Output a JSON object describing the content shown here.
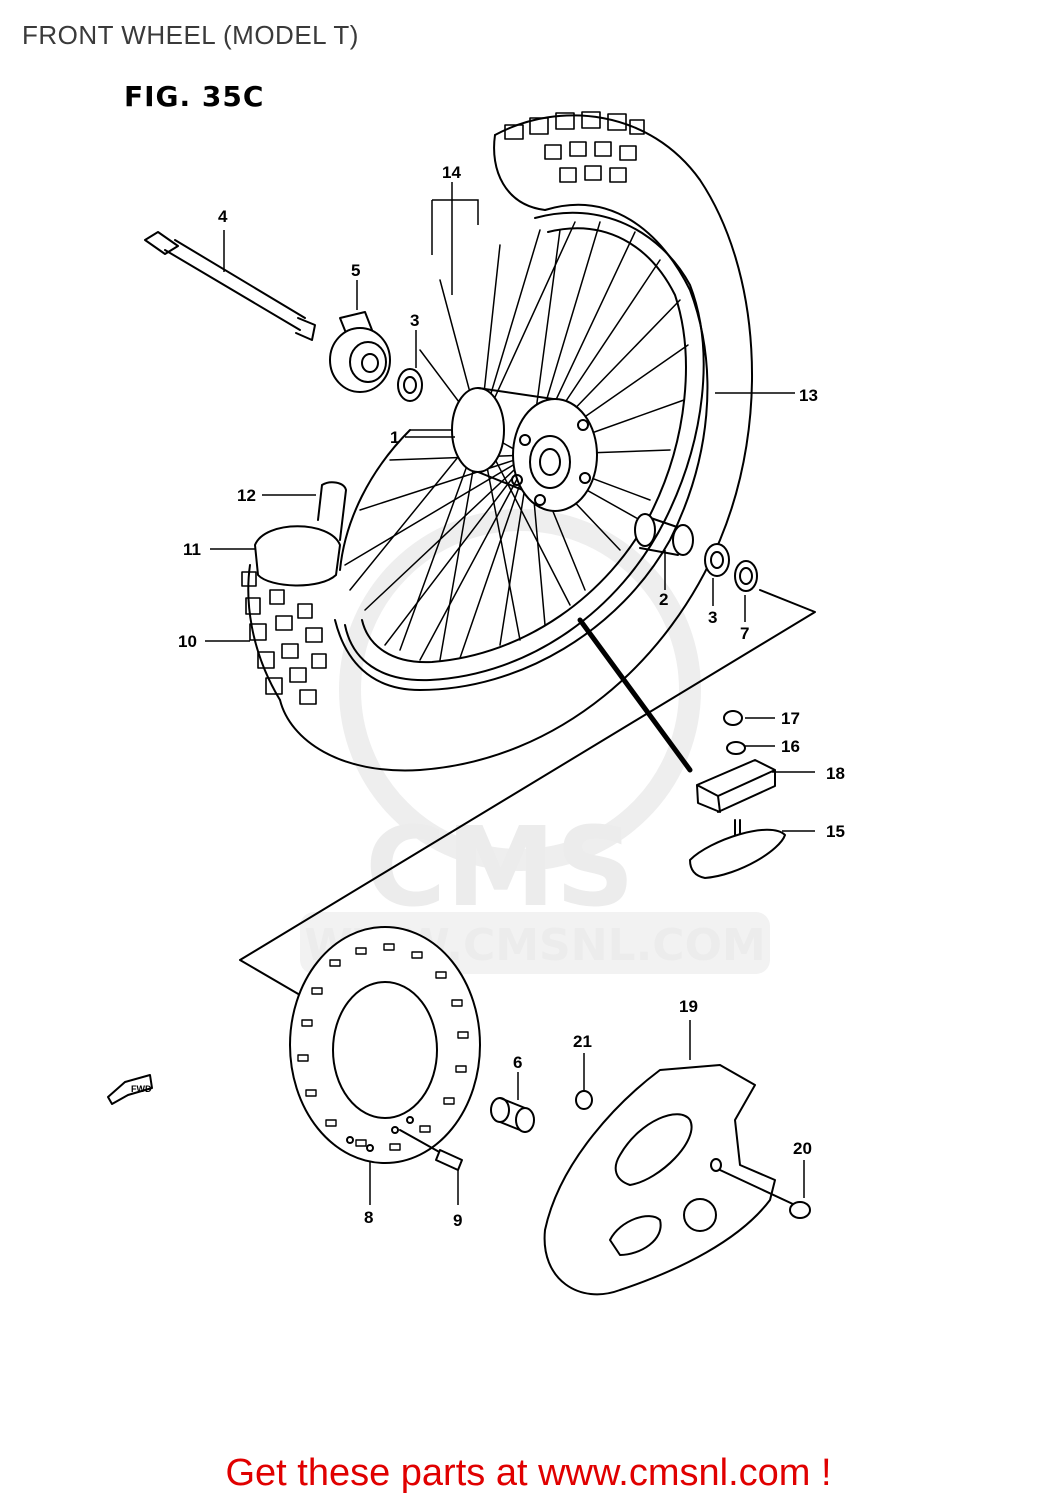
{
  "page_title": "FRONT WHEEL (MODEL T)",
  "figure_label": "FIG. 35C",
  "watermark": {
    "brand": "CMS",
    "url": "WWW.CMSNL.COM"
  },
  "fwd_marker": "FWD",
  "callouts": {
    "p1": "1",
    "p2": "2",
    "p3a": "3",
    "p3b": "3",
    "p4": "4",
    "p5": "5",
    "p6": "6",
    "p7": "7",
    "p8": "8",
    "p9": "9",
    "p10": "10",
    "p11": "11",
    "p12": "12",
    "p13": "13",
    "p14": "14",
    "p15": "15",
    "p16": "16",
    "p17": "17",
    "p18": "18",
    "p19": "19",
    "p20": "20",
    "p21": "21"
  },
  "footer_link": "Get these parts at www.cmsnl.com !"
}
